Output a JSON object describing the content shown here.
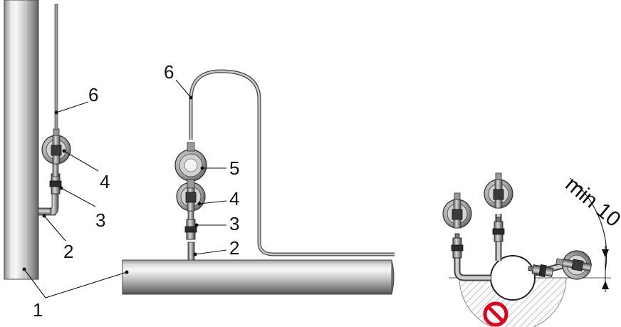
{
  "labels": {
    "one": "1",
    "two_left": "2",
    "three_left": "3",
    "four_left": "4",
    "six_left": "6",
    "six_mid": "6",
    "five_mid": "5",
    "four_mid": "4",
    "three_mid": "3",
    "two_mid": "2",
    "angle": "min 10°"
  },
  "colors": {
    "pipe_light": "#f2f2f2",
    "pipe_mid": "#bdbdbd",
    "pipe_dark": "#6e6e6e",
    "hatch": "#9a9a9a",
    "prohibited": "#e0001b"
  },
  "icons": {
    "prohibited": "no-entry-icon"
  }
}
